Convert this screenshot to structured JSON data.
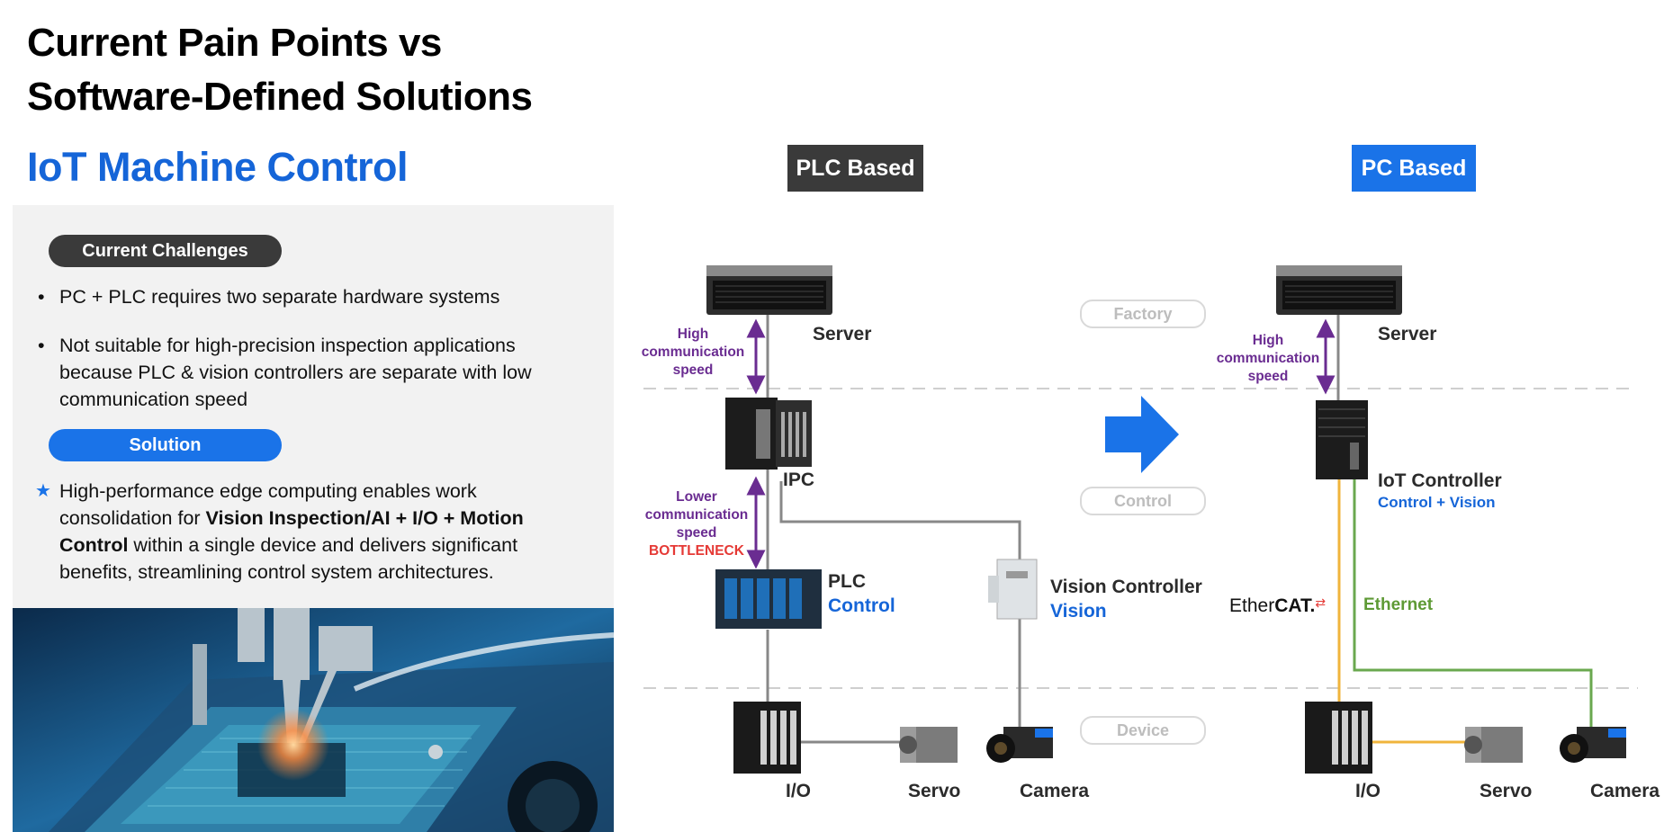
{
  "slide": {
    "title_line1": "Current Pain Points vs",
    "title_line2": "Software-Defined Solutions",
    "subtitle": "IoT Machine Control"
  },
  "challenges": {
    "heading": "Current Challenges",
    "bullet1": "PC + PLC requires two separate hardware systems",
    "bullet2": "Not suitable for high-precision inspection applications because PLC & vision controllers are separate with low communication speed"
  },
  "solution": {
    "heading": "Solution",
    "text_a": "High-performance edge computing enables work consolidation for ",
    "text_bold1": "Vision Inspection/AI + I/O + Motion Control",
    "text_b": " within a single device and delivers significant benefits, streamlining control system architectures."
  },
  "plc_side": {
    "header": "PLC Based",
    "server": "Server",
    "high_line1": "High",
    "high_line2": "communication",
    "high_line3": "speed",
    "ipc": "IPC",
    "lower_line1": "Lower",
    "lower_line2": "communication",
    "lower_line3": "speed",
    "bottleneck": "BOTTLENECK",
    "plc": "PLC",
    "plc_role": "Control",
    "vision_controller": "Vision Controller",
    "vision_role": "Vision",
    "io": "I/O",
    "servo": "Servo",
    "camera": "Camera"
  },
  "zones": {
    "factory": "Factory",
    "control": "Control",
    "device": "Device"
  },
  "pc_side": {
    "header": "PC Based",
    "server": "Server",
    "high_line1": "High",
    "high_line2": "communication",
    "high_line3": "speed",
    "iot_controller": "IoT Controller",
    "iot_role": "Control + Vision",
    "ethercat_a": "Ether",
    "ethercat_b": "CAT.",
    "ethernet": "Ethernet",
    "io": "I/O",
    "servo": "Servo",
    "camera": "Camera"
  },
  "colors": {
    "accent_blue": "#1a73e8",
    "dark_pill": "#3a3a3a",
    "arrow_purple": "#6a2c91",
    "ethercat_orange": "#f0b43c",
    "ethernet_green": "#6aa84f"
  }
}
